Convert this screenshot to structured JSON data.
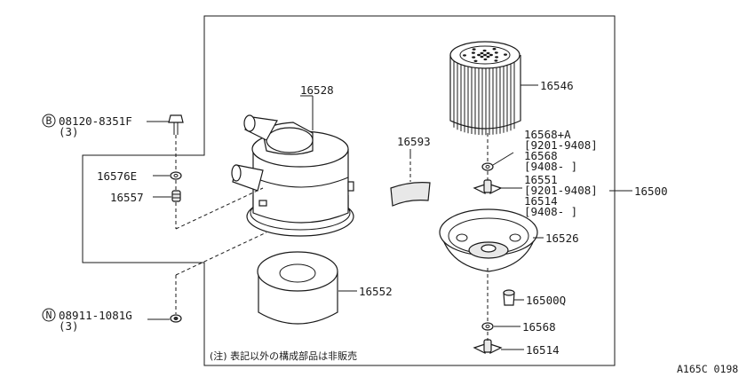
{
  "parts": {
    "p16528": "16528",
    "p16546": "16546",
    "p16593": "16593",
    "p16568A": "16568+A",
    "p16568A_range": "[9201-9408]",
    "p16568": "16568",
    "p16568_range": "[9408-  ]",
    "p16551": "16551",
    "p16551_range": "[9201-9408]",
    "p16514": "16514",
    "p16514_range": "[9408-  ]",
    "p16500": "16500",
    "p16526": "16526",
    "p16552": "16552",
    "p16500Q": "16500Q",
    "p16568b": "16568",
    "p16514b": "16514",
    "bolt_code": "08120-8351F",
    "bolt_prefix": "B",
    "bolt_qty": "(3)",
    "p16576E": "16576E",
    "p16557": "16557",
    "nut_code": "08911-1081G",
    "nut_prefix": "N",
    "nut_qty": "(3)"
  },
  "note": "(注) 表記以外の構成部品は非販売",
  "figure_id": "A165C 0198"
}
